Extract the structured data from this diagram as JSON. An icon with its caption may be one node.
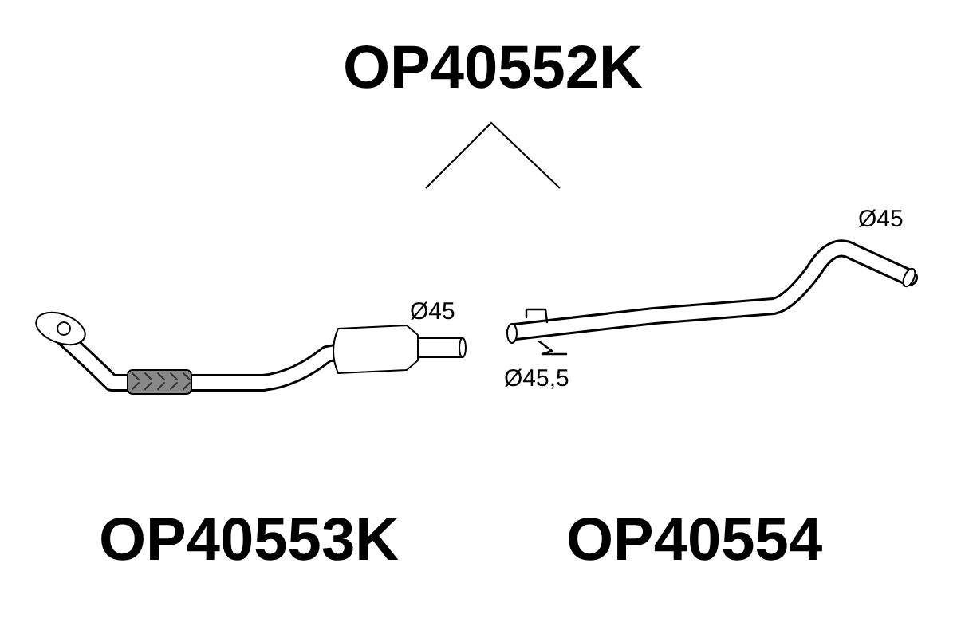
{
  "diagram": {
    "title": "OP40552K",
    "labels": [
      "Ø45",
      "Ø45",
      "Ø45,5",
      "OP40553K",
      "OP40554"
    ]
  }
}
